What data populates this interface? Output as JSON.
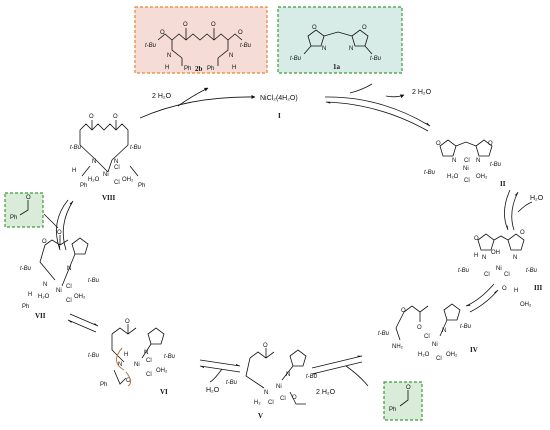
{
  "top": {
    "box_2b_label": "2b",
    "box_1a_label": "1a",
    "nicl2_label": "NiCl₂(4H₂O)",
    "nicl2_roman": "I",
    "water_left": "2 H₂O",
    "water_right": "2 H₂O"
  },
  "compounds": {
    "II": "II",
    "III": "III",
    "IV": "IV",
    "V": "V",
    "VI": "VI",
    "VII": "VII",
    "VIII": "VIII"
  },
  "labels": {
    "tbu": "t-Bu",
    "ph": "Ph",
    "o": "O",
    "n": "N",
    "ni": "Ni",
    "cl": "Cl",
    "h2o": "H₂O",
    "oh2": "OH₂",
    "oh": "OH",
    "h": "H",
    "nh": "N",
    "nh2": "NH₂",
    "h2": "H₂",
    "h_s": "H"
  },
  "water": {
    "iii": "H₂O",
    "v_left": "H₂O",
    "v_right": "2 H₂O"
  },
  "colors": {
    "box_2b_fill": "#f5dcd7",
    "box_2b_border": "#e8862f",
    "box_1a_fill": "#d7ece6",
    "box_1a_border": "#3f9a3f",
    "benz_fill": "#d9ecd9",
    "benz_border": "#3f9a3f",
    "curly_arrow": "#c0723a"
  }
}
